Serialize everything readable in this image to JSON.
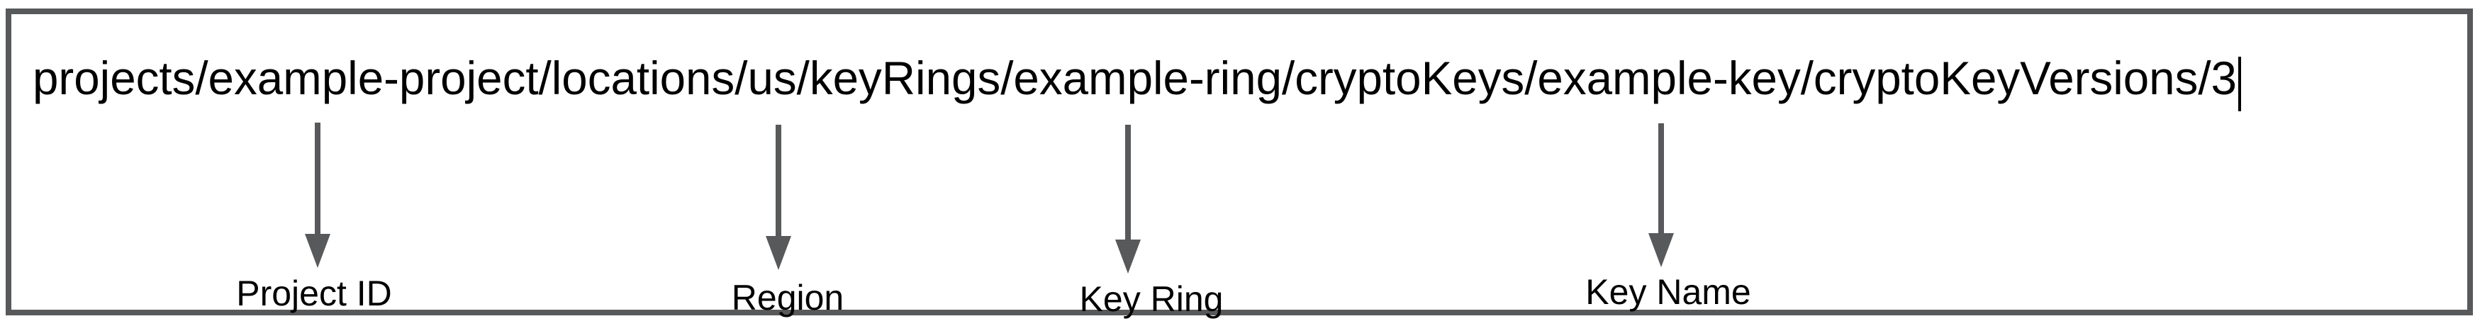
{
  "diagram": {
    "resource_path": "projects/example-project/locations/us/keyRings/example-ring/cryptoKeys/example-key/cryptoKeyVersions/3",
    "annotations": [
      {
        "label": "Project ID",
        "points_to": "example-project"
      },
      {
        "label": "Region",
        "points_to": "us"
      },
      {
        "label": "Key Ring",
        "points_to": "example-ring"
      },
      {
        "label": "Key Name",
        "points_to": "example-key"
      }
    ],
    "colors": {
      "frame": "#58595b",
      "arrow": "#58595b",
      "text": "#000000"
    }
  }
}
